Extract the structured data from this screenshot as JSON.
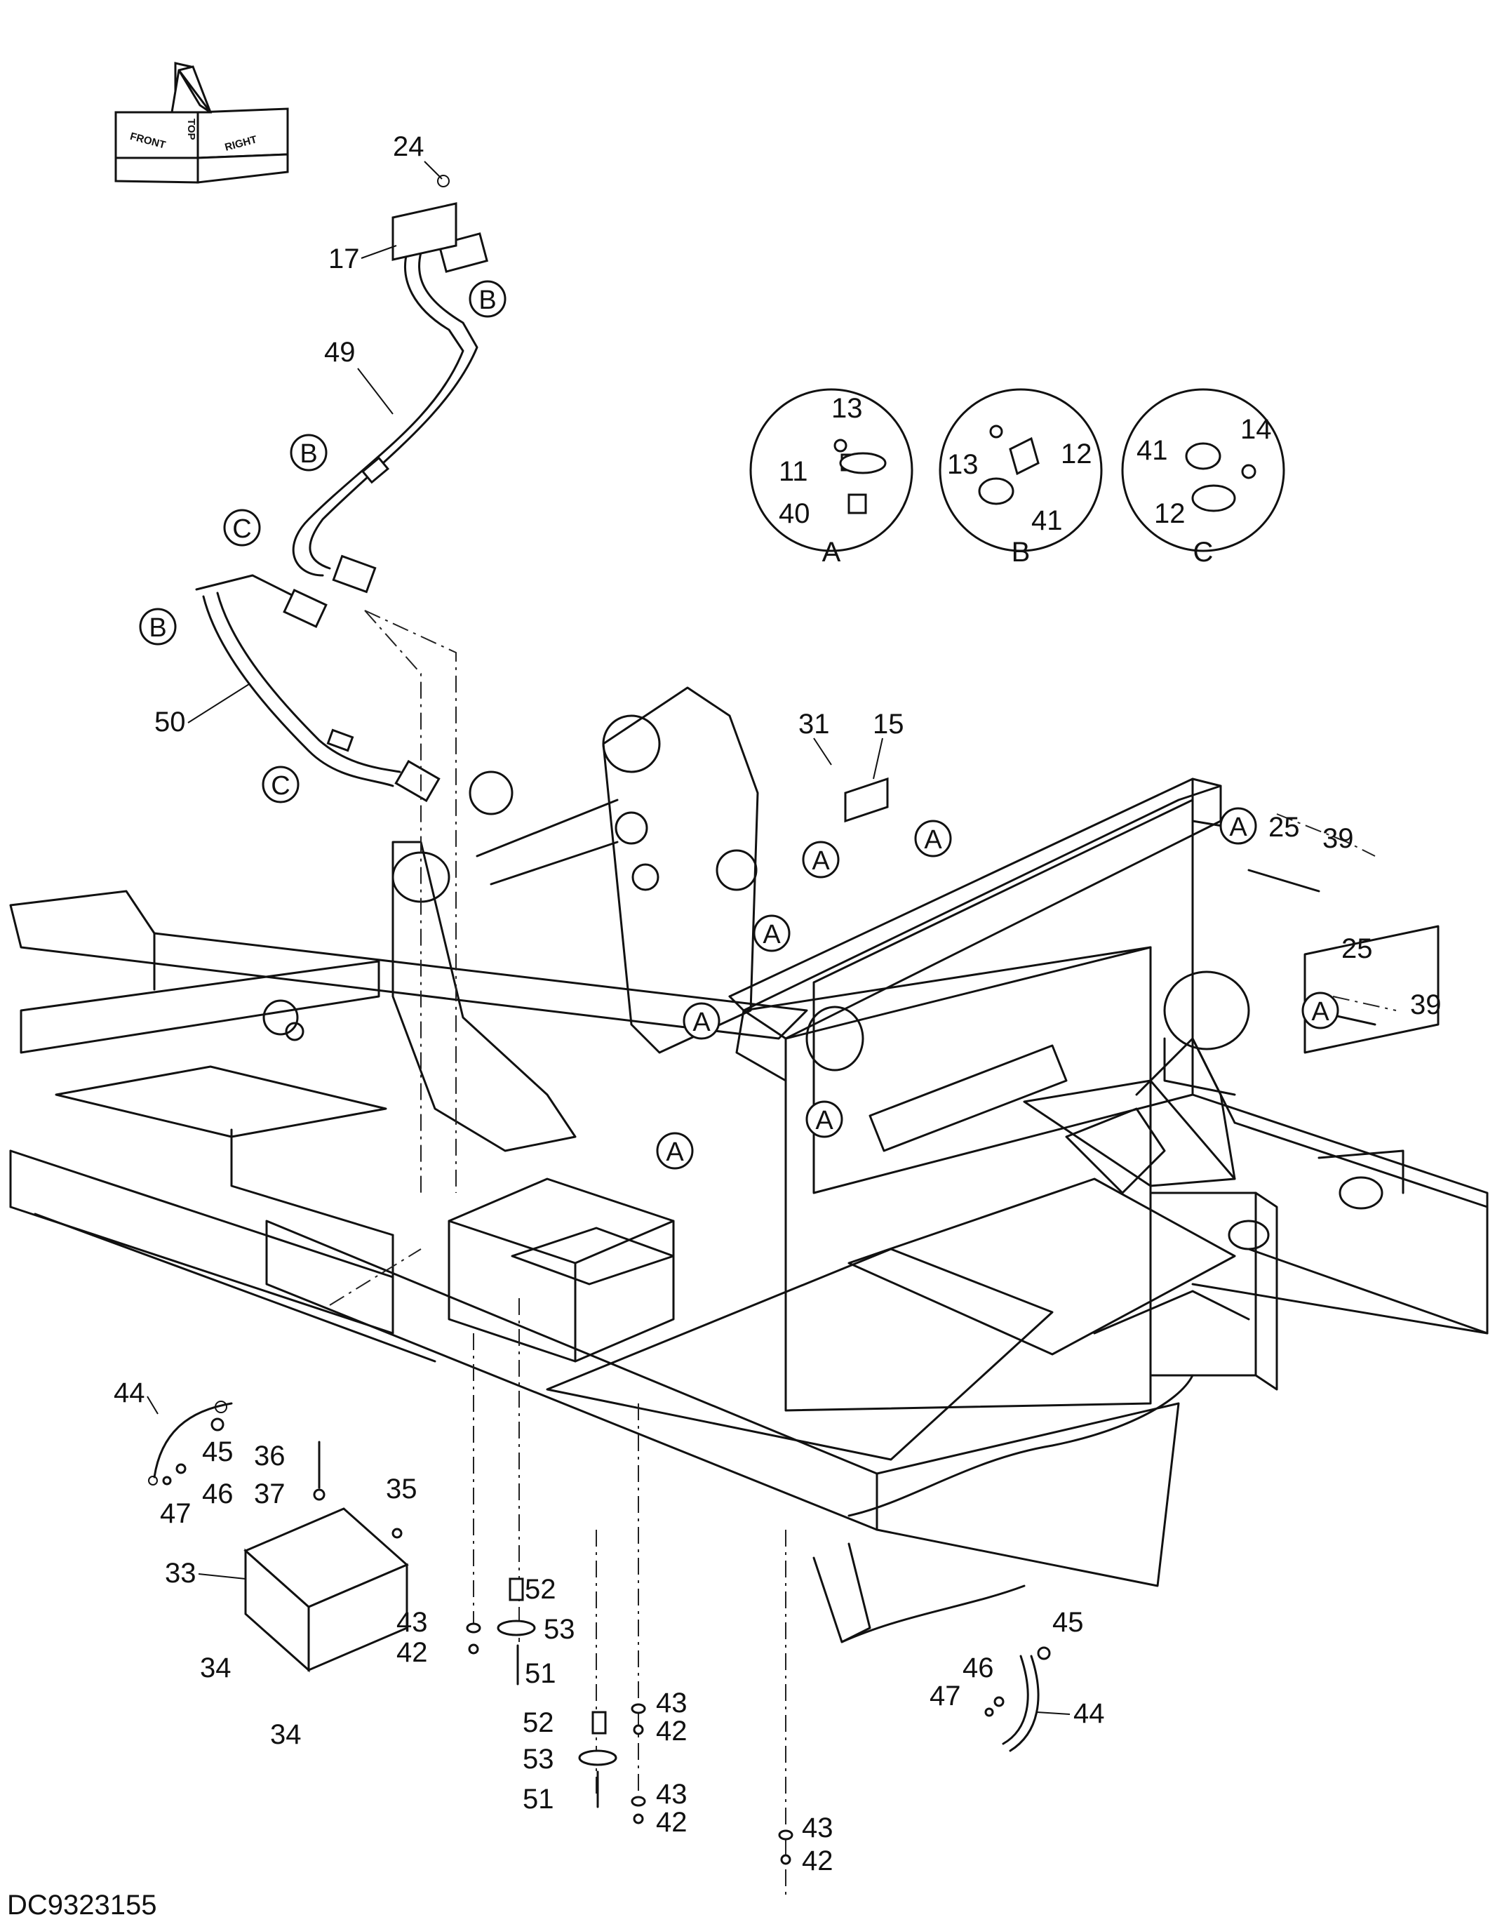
{
  "drawing_code": "DC9323155",
  "orientation_arrow": {
    "labels": [
      "FRONT",
      "TOP",
      "RIGHT"
    ],
    "icon": "orientation-arrow-icon"
  },
  "detail_views": [
    {
      "id": "A",
      "parts": [
        "13",
        "11",
        "40"
      ]
    },
    {
      "id": "B",
      "parts": [
        "13",
        "12",
        "41"
      ]
    },
    {
      "id": "C",
      "parts": [
        "41",
        "14",
        "12"
      ]
    }
  ],
  "view_letter": {
    "A": "A",
    "B": "B",
    "C": "C"
  },
  "part_labels": {
    "p24": "24",
    "p17": "17",
    "p49": "49",
    "p50": "50",
    "p31": "31",
    "p15": "15",
    "p25a": "25",
    "p39a": "39",
    "p25b": "25",
    "p39b": "39",
    "p44a": "44",
    "p45a": "45",
    "p46a": "46",
    "p47a": "47",
    "p36": "36",
    "p37": "37",
    "p35": "35",
    "p33": "33",
    "p34a": "34",
    "p34b": "34",
    "p43a": "43",
    "p42a": "42",
    "p52a": "52",
    "p53a": "53",
    "p51a": "51",
    "p52b": "52",
    "p53b": "53",
    "p51b": "51",
    "p43b": "43",
    "p42b": "42",
    "p43c": "43",
    "p42c": "42",
    "p43d": "43",
    "p42d": "42",
    "p45b": "45",
    "p46b": "46",
    "p47b": "47",
    "p44b": "44"
  },
  "colors": {
    "ink": "#111111",
    "paper": "#ffffff"
  }
}
